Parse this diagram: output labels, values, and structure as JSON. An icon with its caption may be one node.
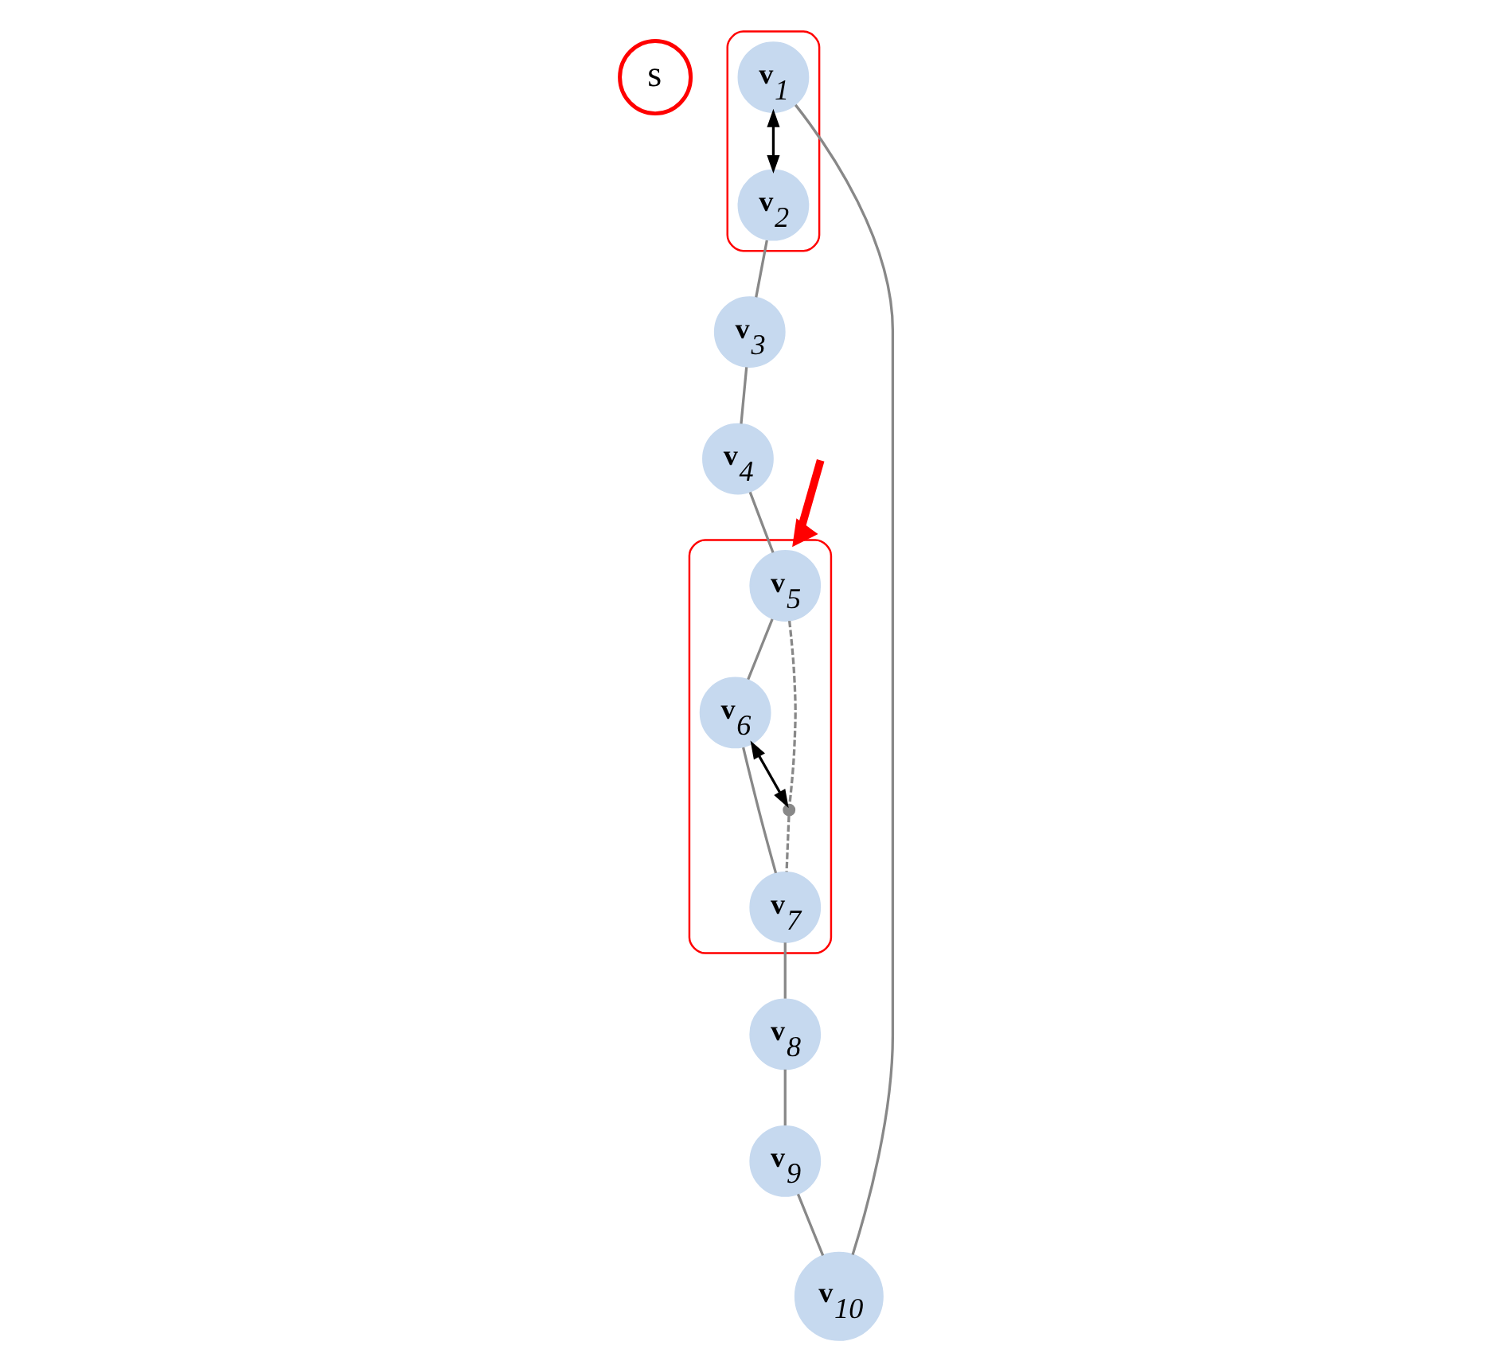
{
  "diagram": {
    "nodes": [
      {
        "text": [
          "s"
        ]
      },
      {
        "text": [],
        "shape": "ellipse"
      },
      {
        "text": [
          "v$_{1}$"
        ],
        "in": 1
      },
      {
        "text": [
          "v$_{2}$"
        ],
        "in": 1
      },
      {
        "text": [
          "v$_{3}$"
        ]
      },
      {
        "text": [
          "v$_{4}$"
        ]
      },
      {
        "text": [],
        "shape": "ellipse"
      },
      {
        "text": [
          "v$_{5}$"
        ],
        "in": 6
      },
      {
        "text": [
          "v$_{6}$"
        ],
        "in": 6
      },
      {
        "text": [],
        "shape": "circle",
        "in": 6
      },
      {
        "text": [
          "v$_{7}$"
        ],
        "in": 6
      },
      {
        "text": [
          "v$_{8}$"
        ]
      },
      {
        "text": [
          "v$_{9}$"
        ]
      },
      {
        "text": [
          "v$_{10}$"
        ]
      }
    ],
    "edges": [
      {
        "from": 2,
        "to": 3,
        "arrow": "both",
        "color": "#000000"
      },
      {
        "from": 3,
        "to": 4,
        "arrow": "none"
      },
      {
        "from": 4,
        "to": 5,
        "arrow": "none"
      },
      {
        "from": 5,
        "to": 7,
        "arrow": "none"
      },
      {
        "from": 7,
        "to": 8,
        "arrow": "none"
      },
      {
        "from": 7,
        "to": 9,
        "arrow": "none",
        "style": "dashed"
      },
      {
        "from": 8,
        "to": 9,
        "arrow": "both",
        "color": "#000000"
      },
      {
        "from": 9,
        "to": 10,
        "arrow": "none",
        "style": "dashed"
      },
      {
        "from": 8,
        "to": 10,
        "arrow": "none"
      },
      {
        "from": 10,
        "to": 11,
        "arrow": "none"
      },
      {
        "from": 11,
        "to": 12,
        "arrow": "none"
      },
      {
        "from": 12,
        "to": 13,
        "arrow": "none"
      },
      {
        "from": 13,
        "to": 2,
        "arrow": "none"
      },
      {
        "from": null,
        "to": 6,
        "arrow": "to",
        "style": "thick",
        "color": "#ff0000"
      }
    ]
  }
}
